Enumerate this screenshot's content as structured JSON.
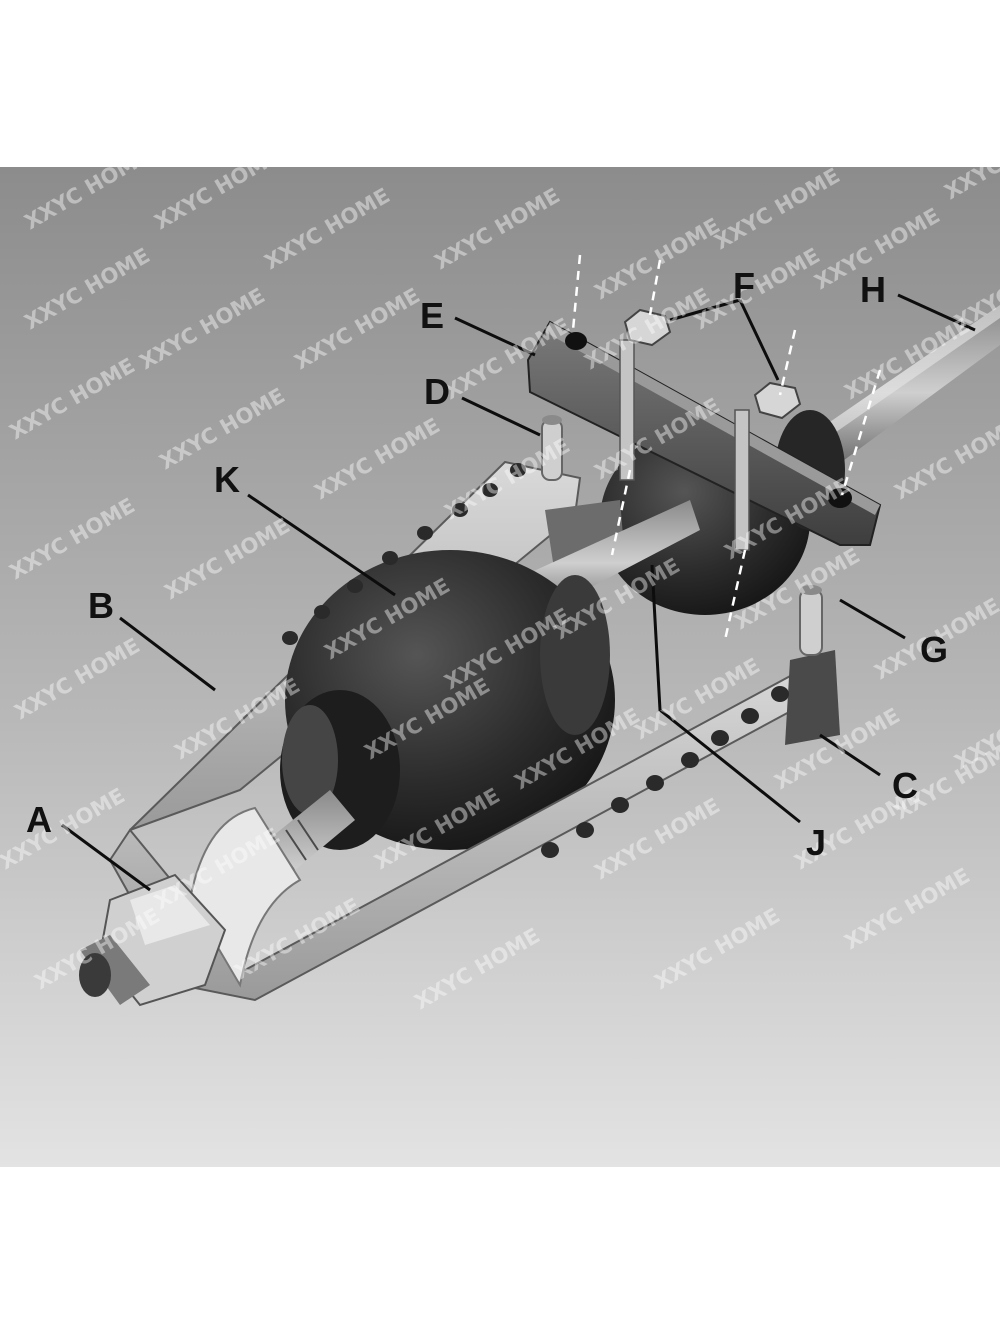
{
  "watermark": "XXYC HOME",
  "labels": {
    "A": "A",
    "B": "B",
    "C": "C",
    "D": "D",
    "E": "E",
    "F": "F",
    "G": "G",
    "H": "H",
    "J": "J",
    "K": "K"
  },
  "colors": {
    "background_top": "#8c8c8c",
    "background_bottom": "#e3e3e3",
    "metal_light": "#c9c9c9",
    "metal_dark": "#5a5a5a",
    "rubber_boot": "#2e2e2e",
    "label_text": "#111111"
  }
}
